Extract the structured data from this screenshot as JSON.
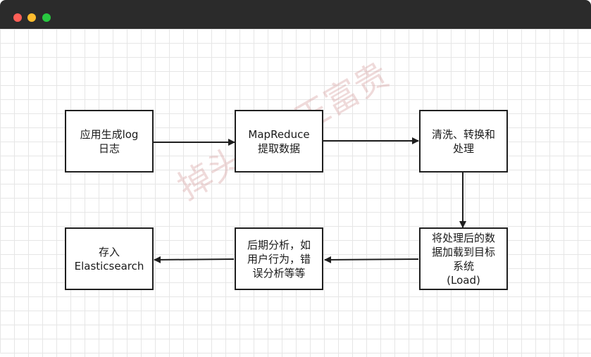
{
  "window": {
    "controls": [
      {
        "name": "close",
        "color": "#ff5f57"
      },
      {
        "name": "minimize",
        "color": "#febc2e"
      },
      {
        "name": "zoom",
        "color": "#28c840"
      }
    ]
  },
  "diagram": {
    "nodes": [
      {
        "id": "n1",
        "label": "应用生成log\n日志"
      },
      {
        "id": "n2",
        "label": "MapReduce\n提取数据"
      },
      {
        "id": "n3",
        "label": "清洗、转换和\n处理"
      },
      {
        "id": "n4",
        "label": "将处理后的数\n据加载到目标\n系统\n(Load)"
      },
      {
        "id": "n5",
        "label": "后期分析，如\n用户行为，错\n误分析等等"
      },
      {
        "id": "n6",
        "label": "存入\nElasticsearch"
      }
    ],
    "edges": [
      {
        "from": "n1",
        "to": "n2"
      },
      {
        "from": "n2",
        "to": "n3"
      },
      {
        "from": "n3",
        "to": "n4"
      },
      {
        "from": "n4",
        "to": "n5"
      },
      {
        "from": "n5",
        "to": "n6"
      }
    ],
    "watermark": "掉头发的王富贵"
  }
}
